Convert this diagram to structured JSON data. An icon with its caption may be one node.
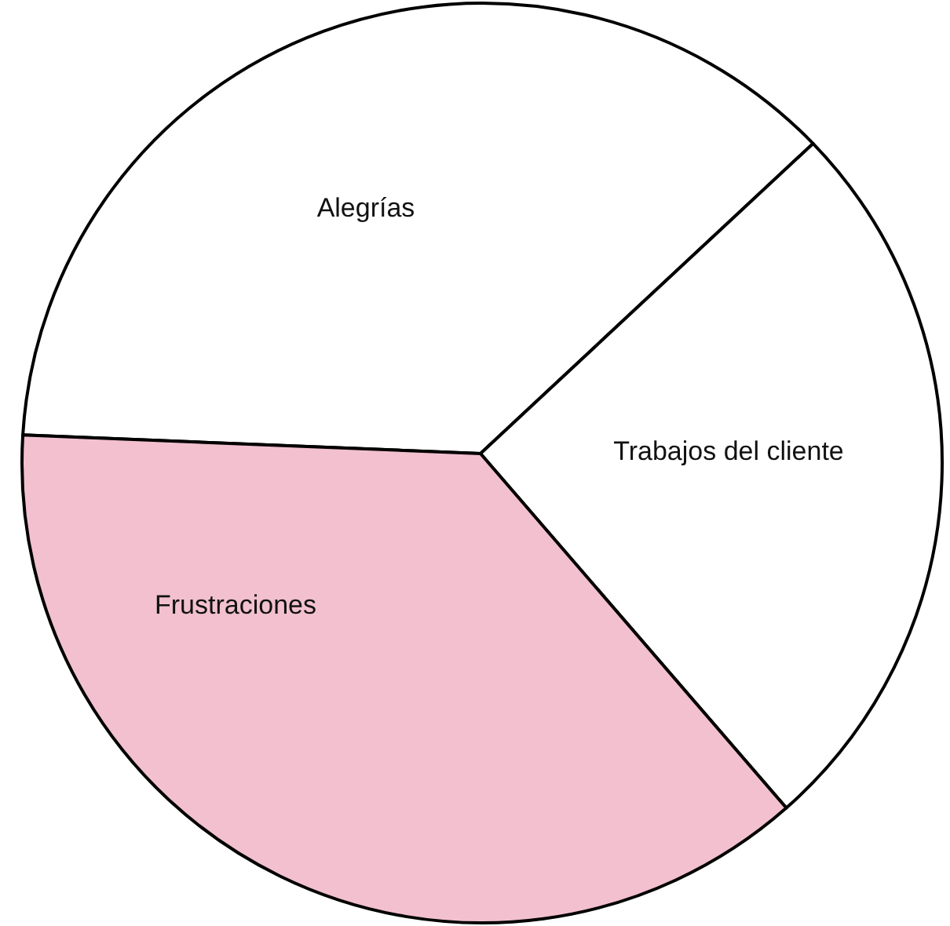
{
  "diagram": {
    "nodes": [
      {
        "text": [
          "Alegrías"
        ]
      },
      {
        "text": [
          "Trabajos del cliente"
        ]
      },
      {
        "text": [
          "Frustraciones"
        ]
      }
    ]
  }
}
